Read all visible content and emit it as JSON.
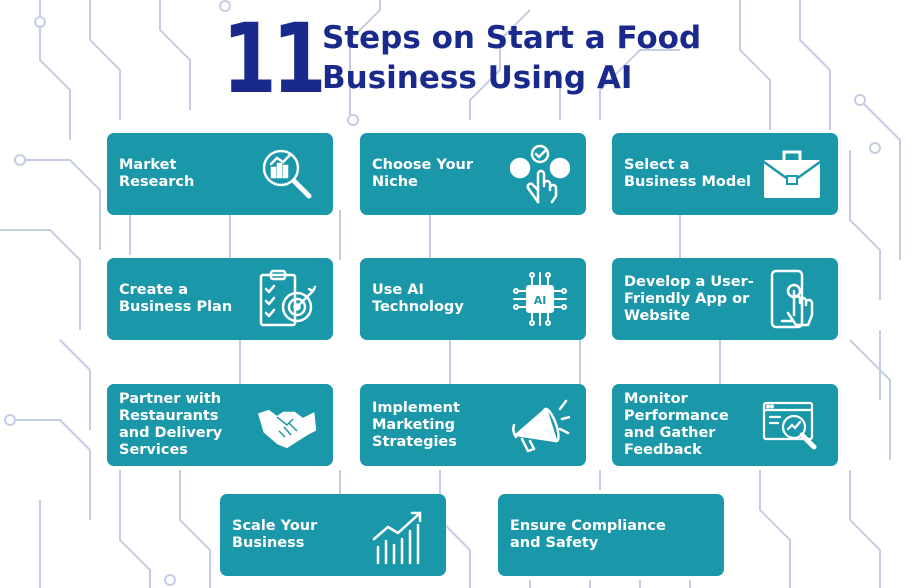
{
  "title": {
    "number": "11",
    "line1": "Steps on Start a Food",
    "line2": "Business Using AI"
  },
  "colors": {
    "title": "#1a2a8c",
    "card": "#1b97aa",
    "circuit": "#c5cde3"
  },
  "steps": [
    {
      "label": "Market Research",
      "icon": "magnifier-chart-icon"
    },
    {
      "label": "Choose Your Niche",
      "icon": "hand-choice-icon"
    },
    {
      "label": "Select a Business Model",
      "icon": "briefcase-icon"
    },
    {
      "label": "Create a Business Plan",
      "icon": "checklist-target-icon"
    },
    {
      "label": "Use AI Technology",
      "icon": "ai-chip-icon"
    },
    {
      "label": "Develop a User-Friendly App or Website",
      "icon": "phone-touch-icon"
    },
    {
      "label": "Partner with Restaurants and Delivery Services",
      "icon": "handshake-icon"
    },
    {
      "label": "Implement Marketing Strategies",
      "icon": "megaphone-icon"
    },
    {
      "label": "Monitor Performance and Gather Feedback",
      "icon": "browser-magnifier-icon"
    },
    {
      "label": "Scale Your Business",
      "icon": "growth-chart-icon"
    },
    {
      "label": "Ensure Compliance and Safety",
      "icon": ""
    }
  ]
}
